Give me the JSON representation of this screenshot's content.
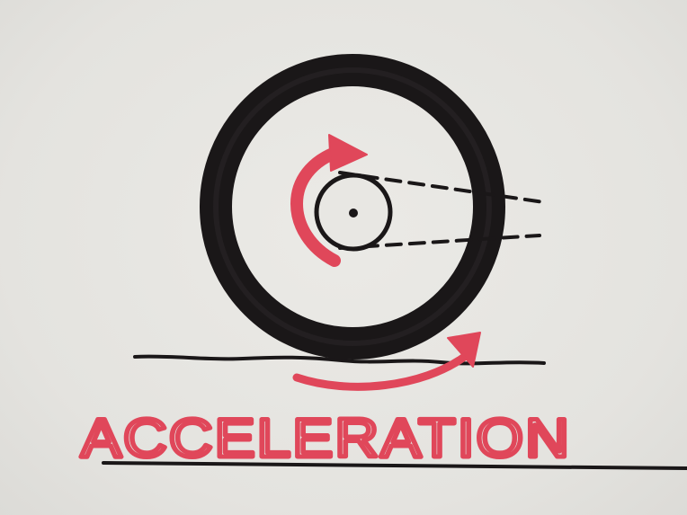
{
  "caption": "ACCELERATION",
  "colors": {
    "paper": "#e6e5e1",
    "ink": "#1a1718",
    "marker_red": "#e0475a"
  },
  "icons": [
    "tire",
    "hub",
    "rotation-arrow-red",
    "ground-arrow-red"
  ]
}
